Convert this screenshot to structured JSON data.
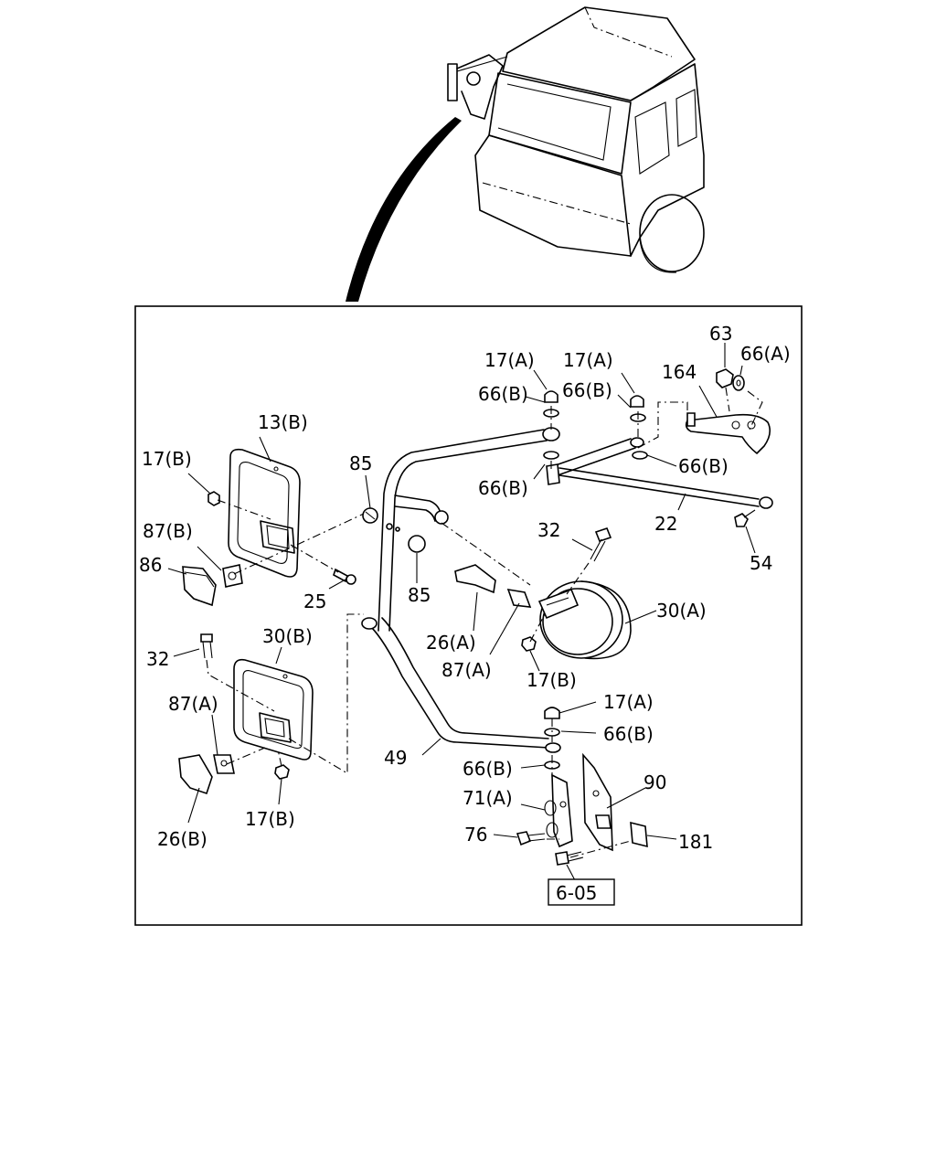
{
  "labels": {
    "l17a_1": "17(A)",
    "l17a_2": "17(A)",
    "l17a_3": "17(A)",
    "l66b_1": "66(B)",
    "l66b_2": "66(B)",
    "l66b_3": "66(B)",
    "l66b_4": "66(B)",
    "l66b_5": "66(B)",
    "l66b_6": "66(B)",
    "l66a": "66(A)",
    "l63": "63",
    "l164": "164",
    "l13b": "13(B)",
    "l17b_1": "17(B)",
    "l17b_2": "17(B)",
    "l17b_3": "17(B)",
    "l85_1": "85",
    "l85_2": "85",
    "l87b": "87(B)",
    "l87a_1": "87(A)",
    "l87a_2": "87(A)",
    "l86": "86",
    "l25": "25",
    "l32_1": "32",
    "l32_2": "32",
    "l22": "22",
    "l54": "54",
    "l30a": "30(A)",
    "l30b": "30(B)",
    "l26a": "26(A)",
    "l26b": "26(B)",
    "l49": "49",
    "l90": "90",
    "l71a": "71(A)",
    "l76": "76",
    "l181": "181",
    "ref": "6-05"
  }
}
